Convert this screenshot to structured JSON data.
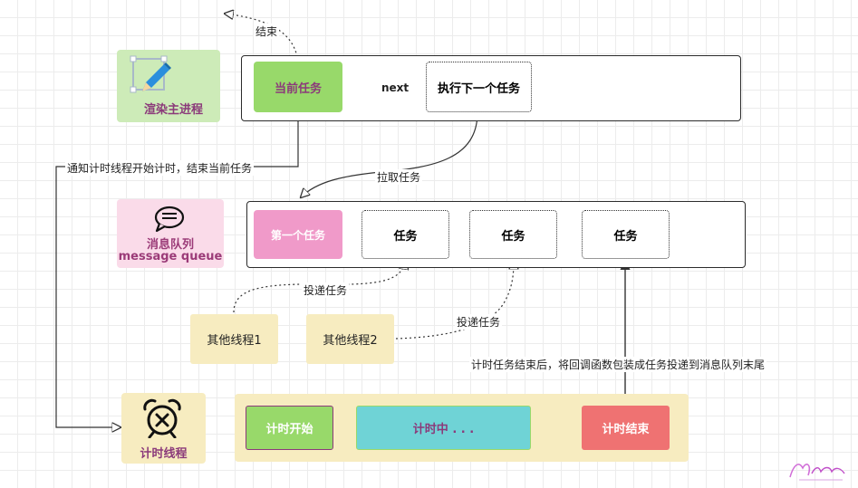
{
  "lanes": {
    "main": {
      "title": "渲染主进程",
      "bg": "#cdebb8",
      "title_color": "#8b3a7a"
    },
    "queue": {
      "title": "消息队列",
      "subtitle": "message queue",
      "bg": "#fadbe9",
      "title_color": "#9b3b78"
    },
    "timer": {
      "title": "计时线程",
      "bg": "#f7ecc0",
      "title_color": "#8b3a7a"
    }
  },
  "main_row": {
    "current_task": "当前任务",
    "next_task": "执行下一个任务",
    "next_label": "next",
    "end_label": "结束"
  },
  "queue_row": {
    "first_task": "第一个任务",
    "tasks": [
      "任务",
      "任务",
      "任务"
    ],
    "pull_label": "拉取任务",
    "notify_label": "通知计时线程开始计时，结束当前任务"
  },
  "other_threads": {
    "thread1": "其他线程1",
    "thread2": "其他线程2",
    "deliver_label_1": "投递任务",
    "deliver_label_2": "投递任务"
  },
  "timer_row": {
    "start": "计时开始",
    "during": "计时中 . . .",
    "end": "计时结束",
    "callback_label": "计时任务结束后，将回调函数包装成任务投递到消息队列末尾"
  },
  "colors": {
    "current_task": "#98d96a",
    "first_task": "#f09ac9",
    "timer_start": "#98d96a",
    "timer_during": "#6fd3d6",
    "timer_end": "#ef7272",
    "thread_box": "#f7ecc0"
  }
}
